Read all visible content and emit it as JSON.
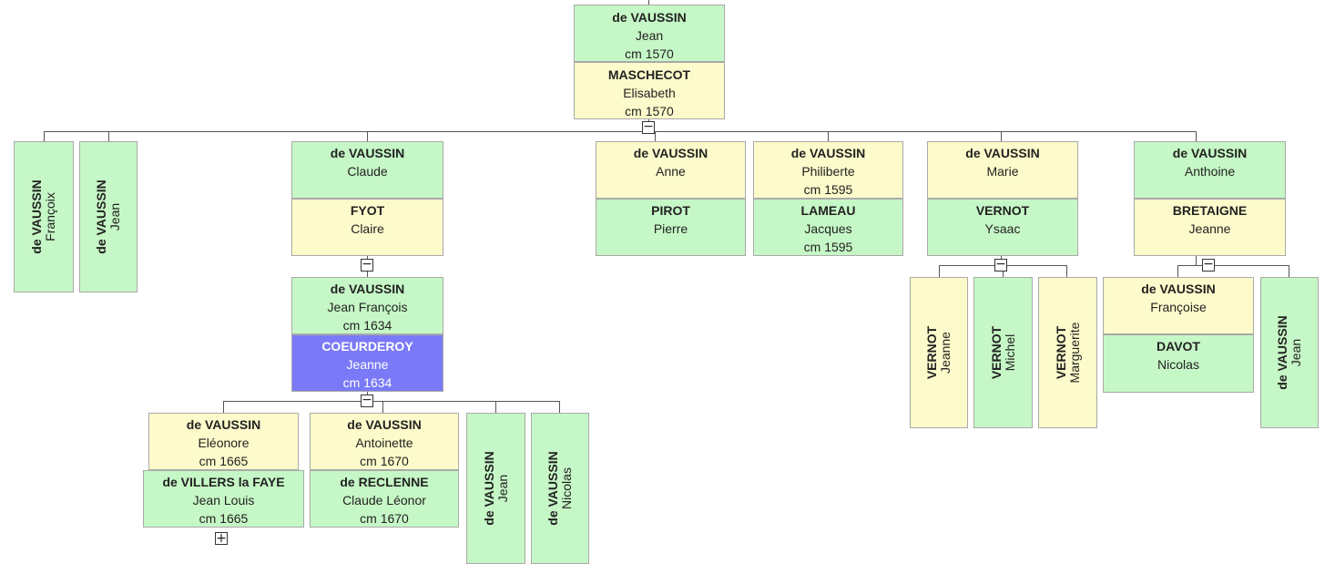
{
  "root": {
    "husband": {
      "surname": "de VAUSSIN",
      "given": "Jean",
      "marriage": "cm 1570"
    },
    "wife": {
      "surname": "MASCHECOT",
      "given": "Elisabeth",
      "marriage": "cm 1570"
    }
  },
  "children": [
    {
      "surname": "de VAUSSIN",
      "given": "Françoix"
    },
    {
      "surname": "de VAUSSIN",
      "given": "Jean"
    },
    {
      "surname": "de VAUSSIN",
      "given": "Claude",
      "spouse": {
        "surname": "FYOT",
        "given": "Claire"
      }
    },
    {
      "surname": "de VAUSSIN",
      "given": "Anne",
      "spouse": {
        "surname": "PIROT",
        "given": "Pierre"
      }
    },
    {
      "surname": "de VAUSSIN",
      "given": "Philiberte",
      "marriage": "cm 1595",
      "spouse": {
        "surname": "LAMEAU",
        "given": "Jacques",
        "marriage": "cm 1595"
      }
    },
    {
      "surname": "de VAUSSIN",
      "given": "Marie",
      "spouse": {
        "surname": "VERNOT",
        "given": "Ysaac"
      }
    },
    {
      "surname": "de VAUSSIN",
      "given": "Anthoine",
      "spouse": {
        "surname": "BRETAIGNE",
        "given": "Jeanne"
      }
    }
  ],
  "claude_child": {
    "husband": {
      "surname": "de VAUSSIN",
      "given": "Jean François",
      "marriage": "cm 1634"
    },
    "wife": {
      "surname": "COEURDEROY",
      "given": "Jeanne",
      "marriage": "cm 1634"
    }
  },
  "grandchildren": [
    {
      "surname": "de VAUSSIN",
      "given": "Eléonore",
      "marriage": "cm 1665",
      "spouse": {
        "surname": "de VILLERS la FAYE",
        "given": "Jean Louis",
        "marriage": "cm 1665"
      }
    },
    {
      "surname": "de VAUSSIN",
      "given": "Antoinette",
      "marriage": "cm 1670",
      "spouse": {
        "surname": "de RECLENNE",
        "given": "Claude Léonor",
        "marriage": "cm 1670"
      }
    },
    {
      "surname": "de VAUSSIN",
      "given": "Jean"
    },
    {
      "surname": "de VAUSSIN",
      "given": "Nicolas"
    }
  ],
  "marie_children": [
    {
      "surname": "VERNOT",
      "given": "Jeanne"
    },
    {
      "surname": "VERNOT",
      "given": "Michel"
    },
    {
      "surname": "VERNOT",
      "given": "Marguerite"
    }
  ],
  "anthoine_children": [
    {
      "surname": "de VAUSSIN",
      "given": "Françoise",
      "spouse": {
        "surname": "DAVOT",
        "given": "Nicolas"
      }
    },
    {
      "surname": "de VAUSSIN",
      "given": "Jean"
    }
  ],
  "toggles": {
    "collapse": "−",
    "expand": "+"
  },
  "colors": {
    "male": "#c6f7c6",
    "female": "#fdfbcb",
    "selected": "#7a7af8",
    "line": "#555555"
  }
}
